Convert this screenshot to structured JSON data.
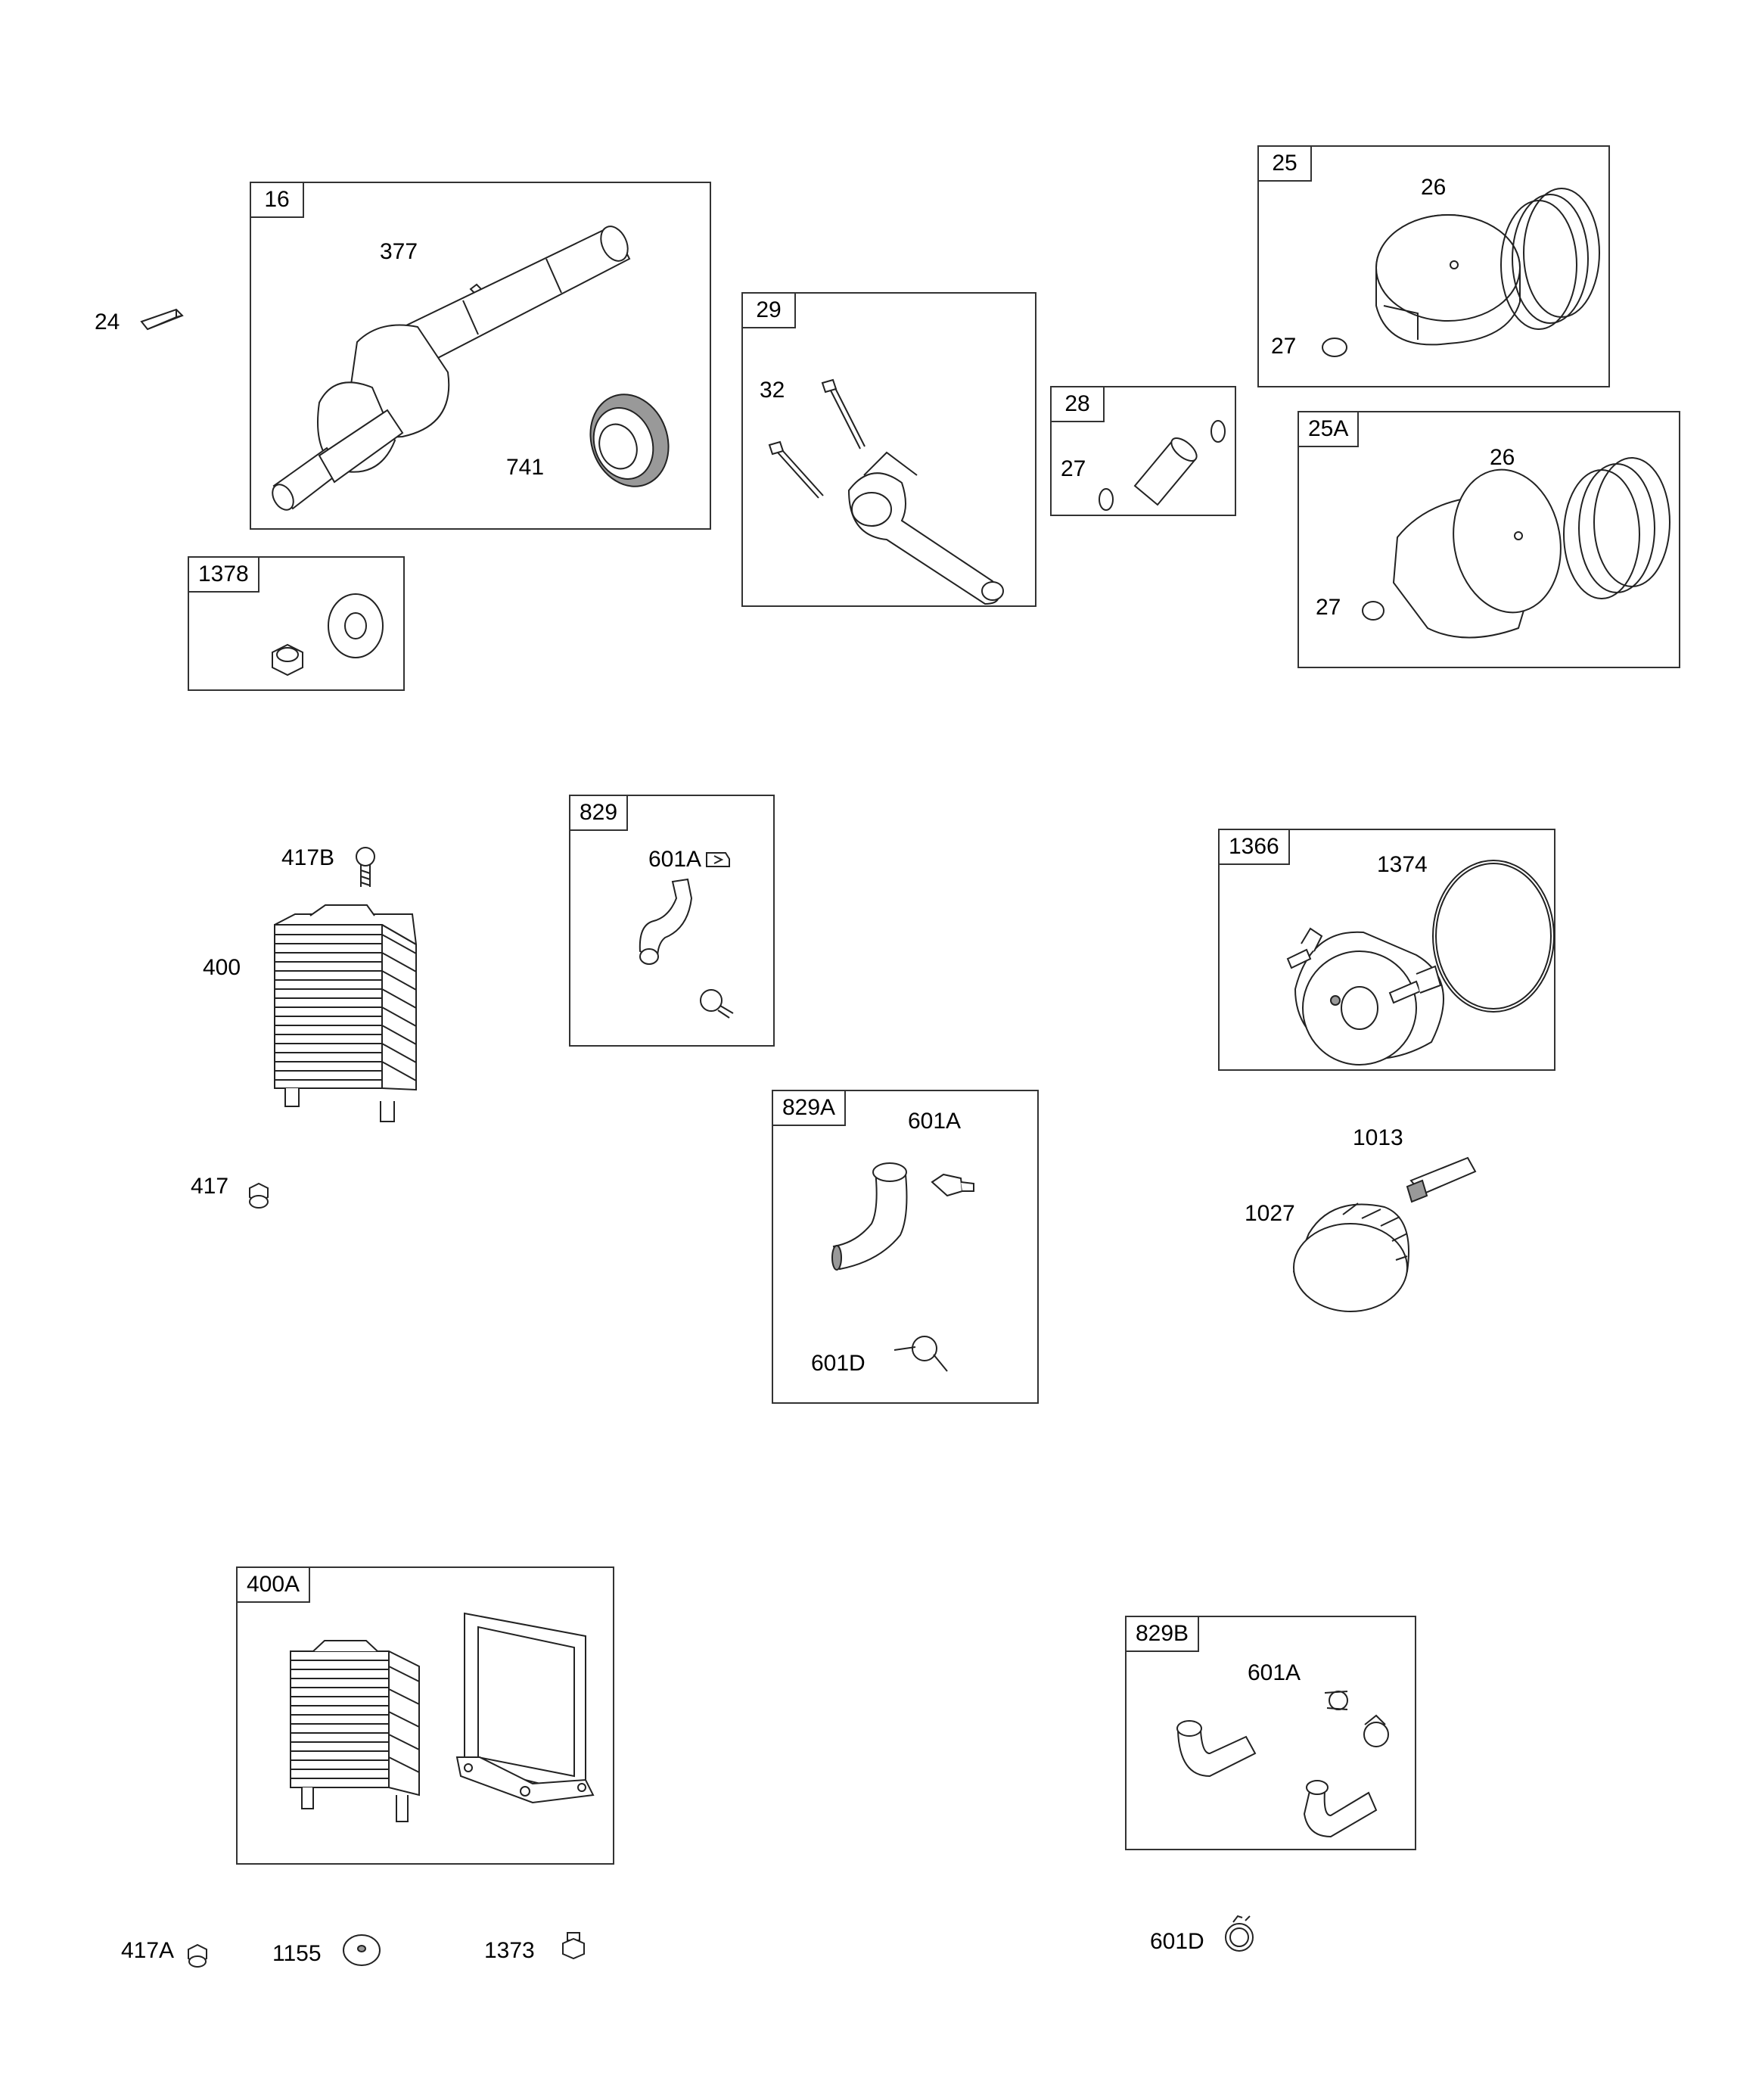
{
  "groups": {
    "g16": "16",
    "g29": "29",
    "g25": "25",
    "g28": "28",
    "g25a": "25A",
    "g1378": "1378",
    "g829": "829",
    "g1366": "1366",
    "g829a": "829A",
    "g400a": "400A",
    "g829b": "829B"
  },
  "parts": {
    "p24": "24",
    "p377": "377",
    "p741": "741",
    "p32": "32",
    "p26_a": "26",
    "p27_a": "27",
    "p27_b": "27",
    "p26_b": "26",
    "p27_c": "27",
    "p417b": "417B",
    "p400": "400",
    "p417": "417",
    "p601a_a": "601A",
    "p1374": "1374",
    "p601a_b": "601A",
    "p1013": "1013",
    "p1027": "1027",
    "p601d_a": "601D",
    "p601a_c": "601A",
    "p417a": "417A",
    "p1155": "1155",
    "p1373": "1373",
    "p601d_b": "601D"
  }
}
